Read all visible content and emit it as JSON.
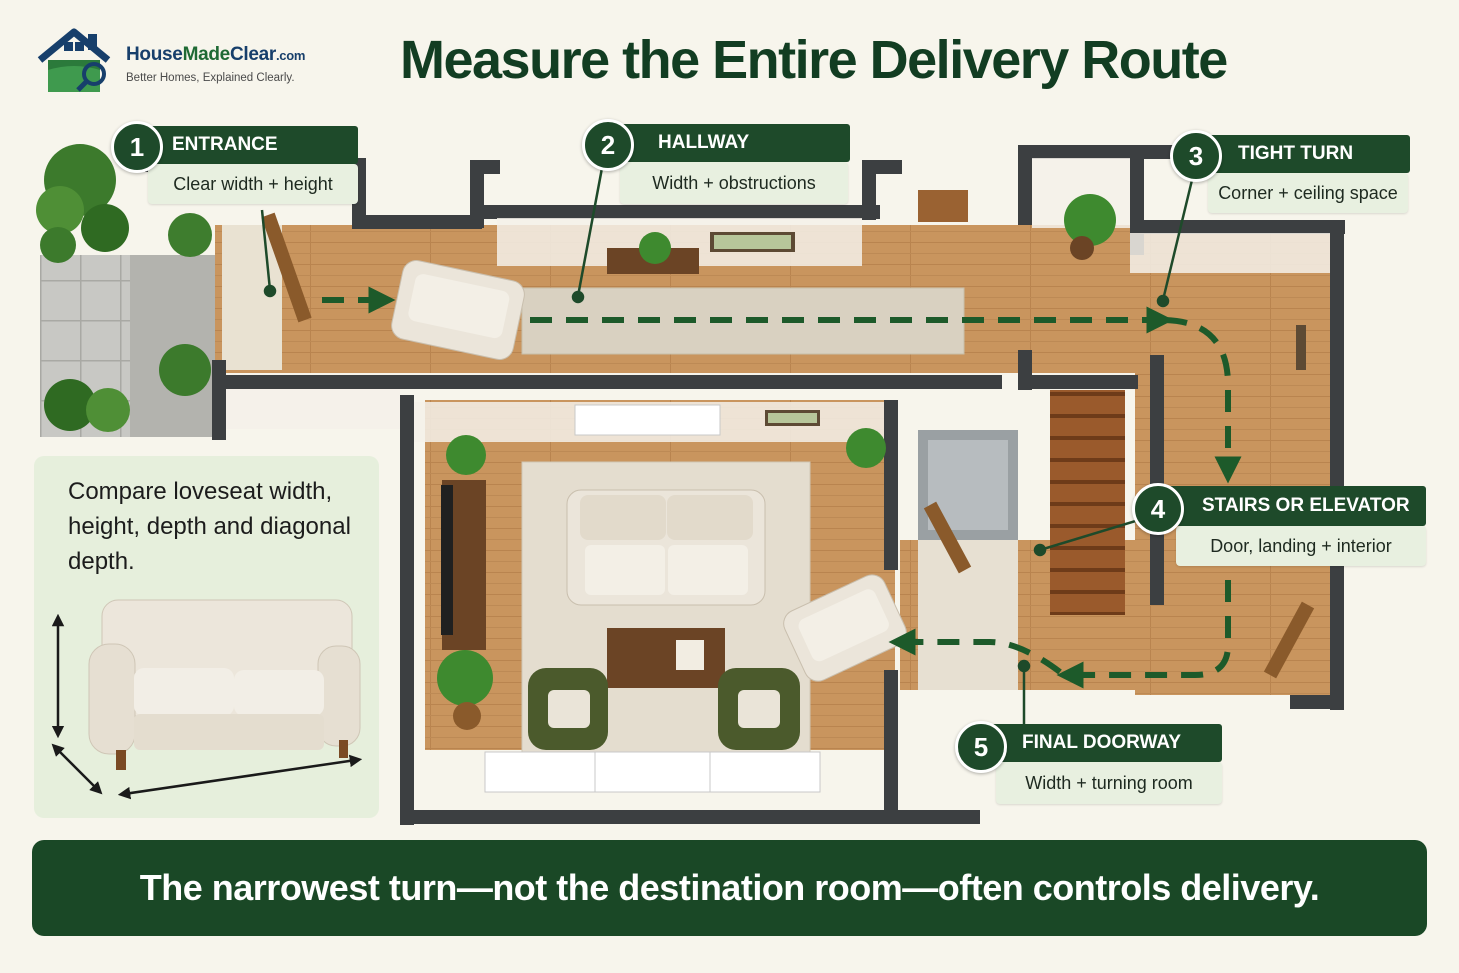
{
  "brand": {
    "name_house": "House",
    "name_made": "Made",
    "name_clear": "Clear",
    "name_tld": ".com",
    "tagline": "Better Homes, Explained Clearly."
  },
  "title": "Measure the Entire Delivery Route",
  "steps": [
    {
      "number": "1",
      "label": "ENTRANCE",
      "detail": "Clear width + height"
    },
    {
      "number": "2",
      "label": "HALLWAY",
      "detail": "Width + obstructions"
    },
    {
      "number": "3",
      "label": "TIGHT TURN",
      "detail": "Corner + ceiling space"
    },
    {
      "number": "4",
      "label": "STAIRS OR ELEVATOR",
      "detail": "Door, landing + interior"
    },
    {
      "number": "5",
      "label": "FINAL DOORWAY",
      "detail": "Width + turning room"
    }
  ],
  "compare_note": "Compare loveseat width, height, depth and diagonal depth.",
  "banner": "The narrowest turn—not the destination room—often controls delivery.",
  "colors": {
    "brand_green": "#1e4a2a",
    "route_arrow": "#1d5a2a",
    "wall": "#3c3f41",
    "floor_wood": "#c9955e",
    "banner_bg": "#1a4826",
    "callout_bg": "#e8f0e0",
    "page_bg": "#f7f5ec"
  }
}
